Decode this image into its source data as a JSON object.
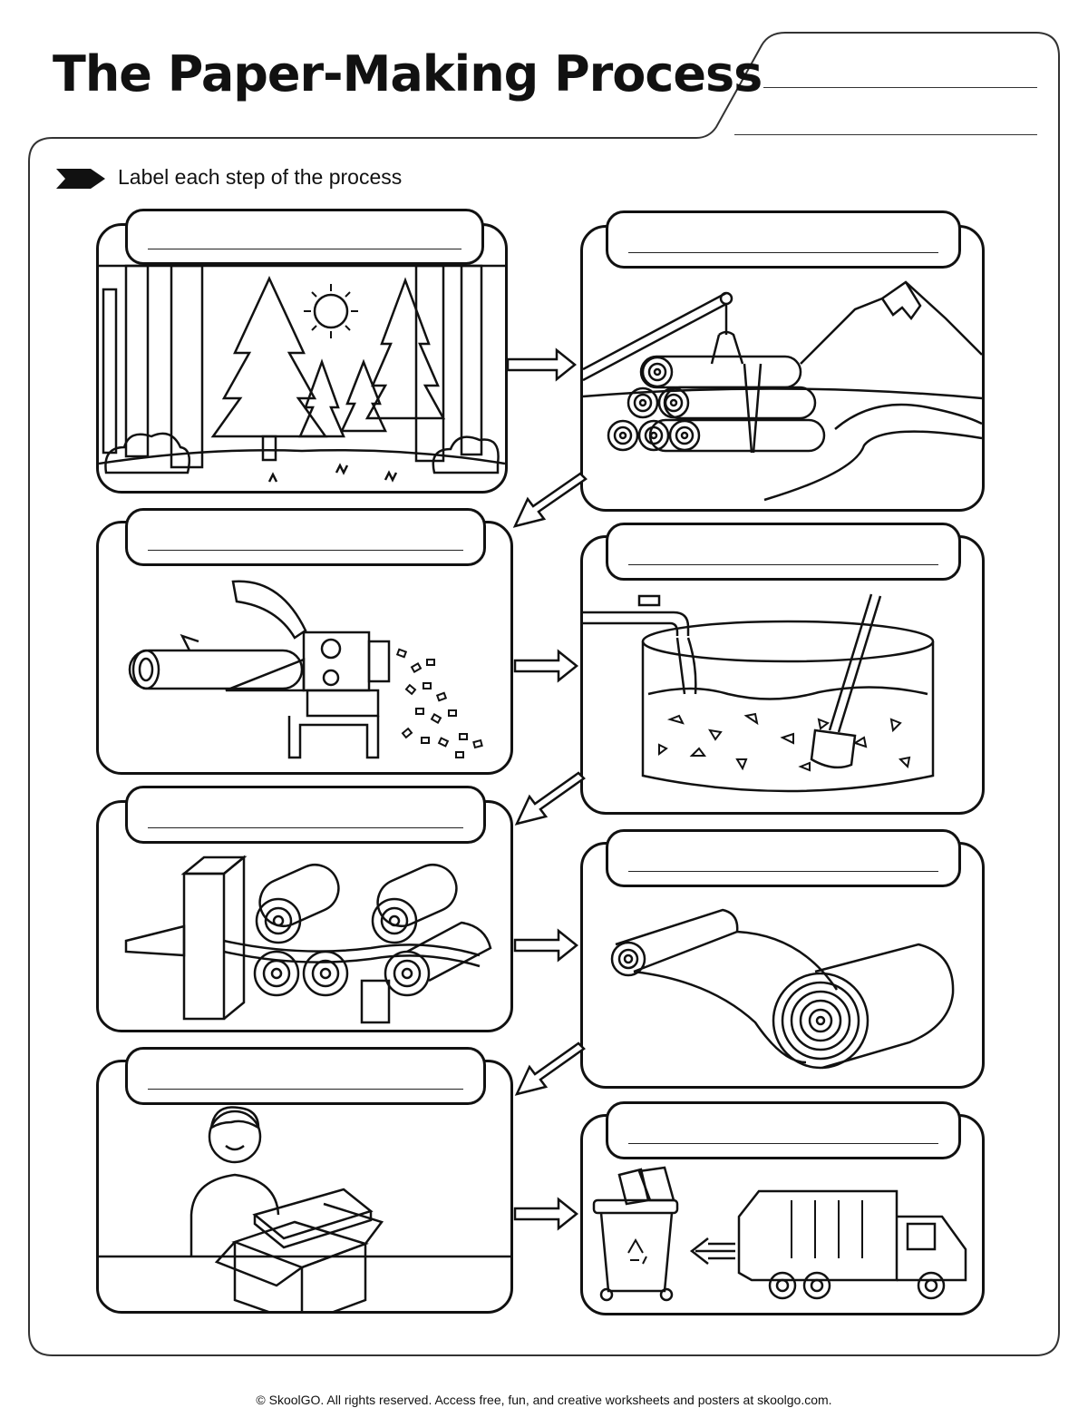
{
  "worksheet": {
    "title": "The Paper-Making Process",
    "instruction": "Label each step of the process",
    "footer": "© SkoolGO. All rights reserved. Access free, fun, and creative worksheets and posters at skoolgo.com."
  },
  "steps": [
    {
      "icon": "forest-scene-icon",
      "label": ""
    },
    {
      "icon": "logs-transport-icon",
      "label": ""
    },
    {
      "icon": "wood-chipper-icon",
      "label": ""
    },
    {
      "icon": "pulp-vat-icon",
      "label": ""
    },
    {
      "icon": "press-rollers-icon",
      "label": ""
    },
    {
      "icon": "paper-roll-icon",
      "label": ""
    },
    {
      "icon": "packing-box-icon",
      "label": ""
    },
    {
      "icon": "recycling-truck-icon",
      "label": ""
    }
  ],
  "colors": {
    "ink": "#111111",
    "paper": "#ffffff"
  }
}
